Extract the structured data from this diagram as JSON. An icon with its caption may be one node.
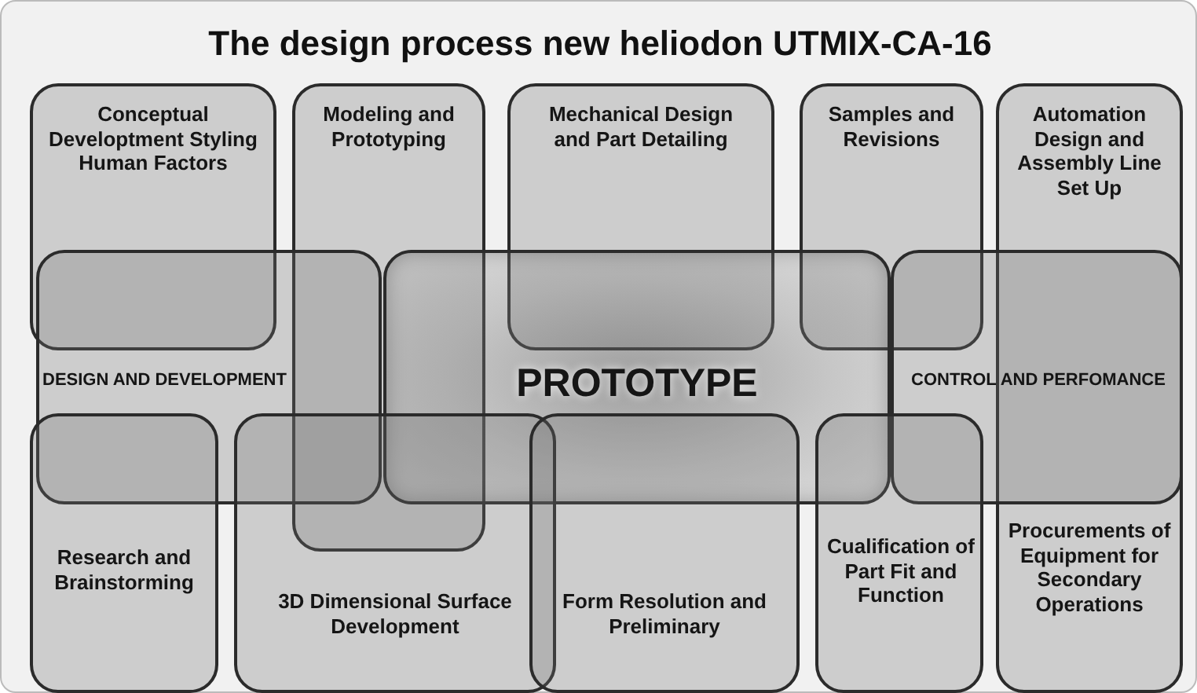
{
  "diagram": {
    "title": "The design process new heliodon UTMIX-CA-16",
    "nodes": [
      {
        "text": [
          "Conceptual Developtment Styling Human Factors"
        ]
      },
      {
        "text": [
          "Modeling and Prototyping"
        ]
      },
      {
        "text": [
          "Mechanical Design and Part Detailing"
        ]
      },
      {
        "text": [
          "Samples and Revisions"
        ]
      },
      {
        "text": [
          "Automation Design and Assembly Line Set Up",
          "Procurements of Equipment for Secondary Operations"
        ]
      },
      {
        "text": [
          "DESIGN AND DEVELOPMENT"
        ]
      },
      {
        "text": [
          "PROTOTYPE"
        ]
      },
      {
        "text": [
          "CONTROL AND PERFOMANCE"
        ]
      },
      {
        "text": [
          "Research and Brainstorming"
        ]
      },
      {
        "text": [
          "3D Dimensional Surface Development"
        ]
      },
      {
        "text": [
          "Form Resolution and Preliminary"
        ]
      },
      {
        "text": [
          "Cualification of Part Fit and Function"
        ]
      }
    ]
  }
}
